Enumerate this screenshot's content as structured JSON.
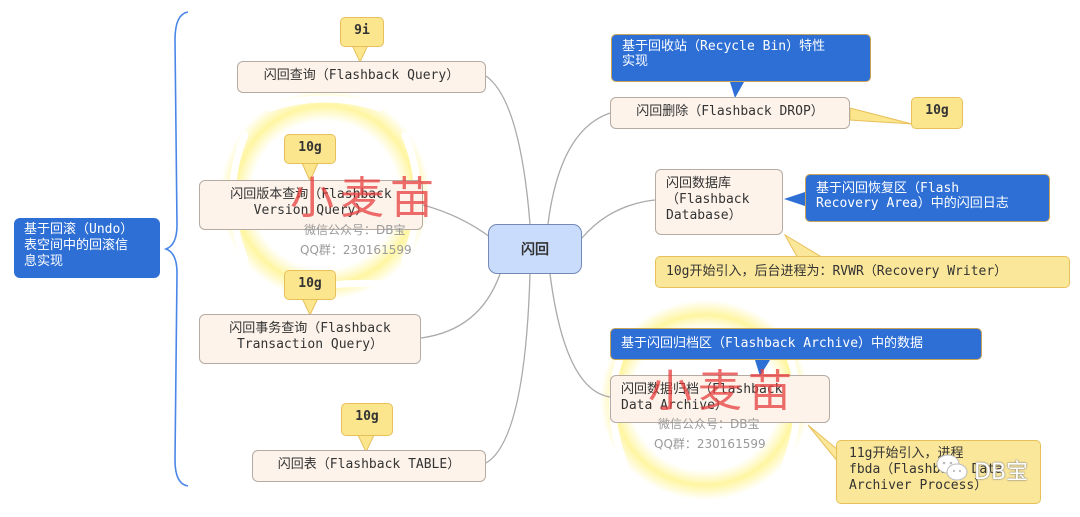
{
  "central": {
    "label": "闪回"
  },
  "root": {
    "label": "基于回滚（Undo）\n表空间中的回滚信\n息实现"
  },
  "left_nodes": [
    {
      "id": "flashback-query",
      "label": "闪回查询（Flashback Query）",
      "version": "9i"
    },
    {
      "id": "flashback-version-query",
      "label": "闪回版本查询（Flashback\nVersion Query）",
      "version": "10g"
    },
    {
      "id": "flashback-transaction-query",
      "label": "闪回事务查询（Flashback\nTransaction Query）",
      "version": "10g"
    },
    {
      "id": "flashback-table",
      "label": "闪回表（Flashback TABLE）",
      "version": "10g"
    }
  ],
  "right_nodes": [
    {
      "id": "flashback-drop",
      "label": "闪回删除（Flashback DROP）",
      "note": "基于回收站（Recycle Bin）特性\n实现",
      "version": "10g"
    },
    {
      "id": "flashback-database",
      "label": "闪回数据库\n（Flashback\nDatabase）",
      "note": "基于闪回恢复区（Flash\nRecovery Area）中的闪回日志",
      "detail": "10g开始引入，后台进程为：RVWR（Recovery Writer）"
    },
    {
      "id": "flashback-data-archive",
      "label": "闪回数据归档（Flashback\nData Archive）",
      "note": "基于闪回归档区（Flashback Archive）中的数据",
      "detail": "11g开始引入，进程\nfbda（Flashback Data\nArchiver Process）"
    }
  ],
  "watermarks": [
    {
      "title": "小麦苗",
      "line1": "微信公众号：DB宝",
      "line2": "QQ群：230161599"
    },
    {
      "title": "小麦苗",
      "line1": "微信公众号：DB宝",
      "line2": "QQ群：230161599"
    }
  ],
  "logo": {
    "text": "DB宝"
  },
  "colors": {
    "blue": "#2e6fd6",
    "node_fill": "#fdf3ea",
    "central_fill": "#c9dcfb",
    "yellow": "#fbe68e"
  }
}
